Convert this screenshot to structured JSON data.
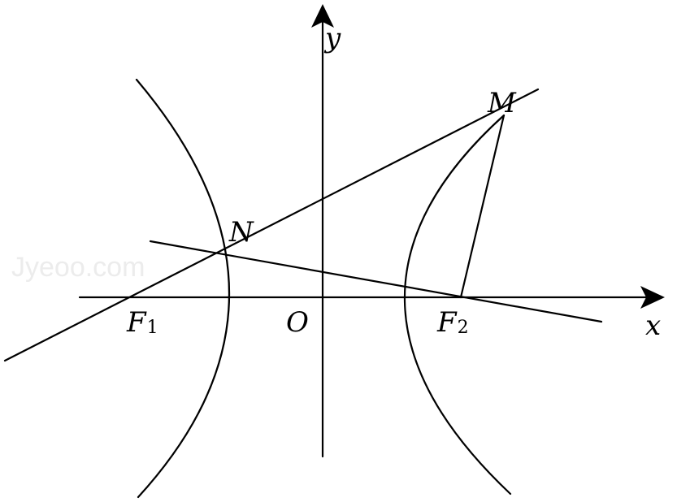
{
  "diagram": {
    "watermark": "Jyeoo.com",
    "axes": {
      "x_label": "x",
      "y_label": "y",
      "origin_label": "O"
    },
    "points": {
      "M": {
        "label": "M"
      },
      "N": {
        "label": "N"
      },
      "F1": {
        "label": "F",
        "subscript": "1"
      },
      "F2": {
        "label": "F",
        "subscript": "2"
      }
    },
    "colors": {
      "line": "#000000",
      "background": "#ffffff"
    }
  }
}
